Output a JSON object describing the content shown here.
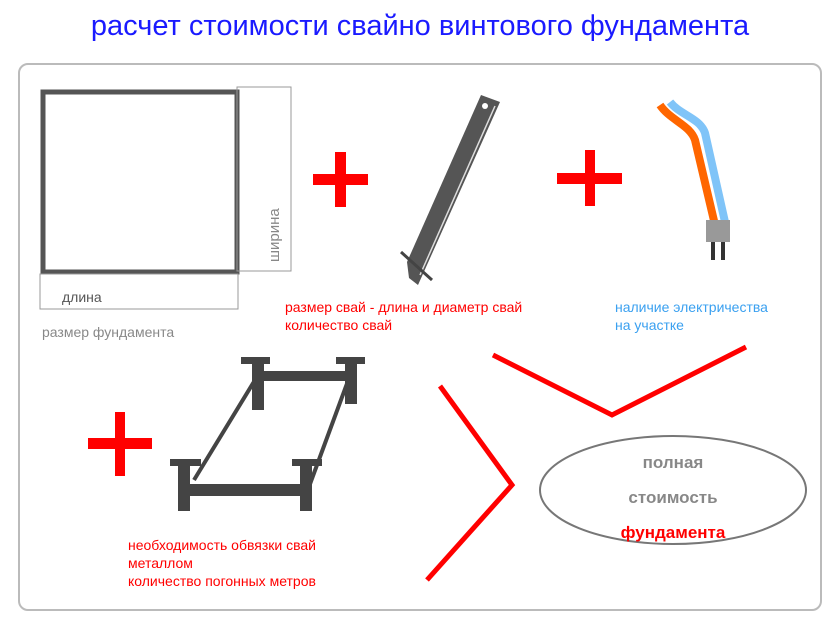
{
  "title": "расчет стоимости свайно винтового фундамента",
  "foundation": {
    "width_label": "ширина",
    "length_label": "длина",
    "caption": "размер фундамента"
  },
  "piles": {
    "line1": "размер свай - длина и диаметр свай",
    "line2": "количество свай"
  },
  "electricity": {
    "line1": "наличие электричества",
    "line2": "на участке"
  },
  "strapping": {
    "line1": "необходимость обвязки свай",
    "line2": "металлом",
    "line3": "количество погонных метров"
  },
  "result": {
    "line1": "полная",
    "line2": "стоимость",
    "line3": "фундамента"
  },
  "colors": {
    "title": "#1a1aff",
    "plus": "#ff0000",
    "electric_text": "#3aa0f0"
  }
}
